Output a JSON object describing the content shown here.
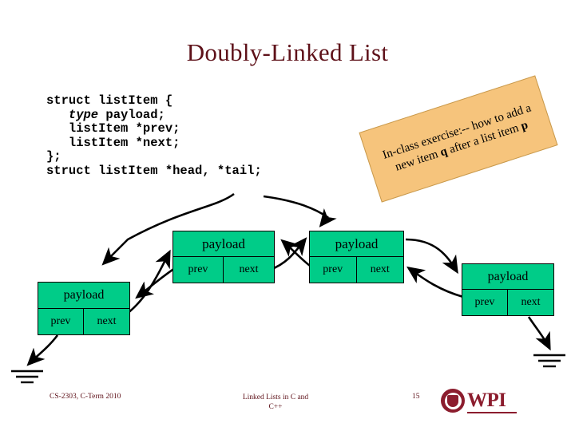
{
  "slide": {
    "title": "Doubly-Linked List",
    "title_color": "#5E1119",
    "background": "#ffffff"
  },
  "code_block": {
    "lines": [
      "struct listItem {",
      "   type payload;",
      "   listItem *prev;",
      "   listItem *next;",
      "};",
      "struct listItem *head, *tail;"
    ],
    "full_text": "struct listItem {\n   type payload;\n   listItem *prev;\n   listItem *next;\n};\nstruct listItem *head, *tail;",
    "italic_token": "type",
    "color": "#000000"
  },
  "banner": {
    "text_line1": "In-class exercise:-- how to",
    "text_line2": "add a new item",
    "bold_q": "q",
    "text_line2b": "after a list",
    "text_line3": "item",
    "bold_p": "p",
    "full_text": "In-class exercise:-- how to add a new item q after a list item p",
    "fill": "#F6C47C",
    "border": "#C89A4E",
    "rotation_deg": -18
  },
  "nodes": [
    {
      "id": "node0",
      "payload_label": "payload",
      "prev_label": "prev",
      "next_label": "next",
      "fill": "#00CC88",
      "border": "#000000"
    },
    {
      "id": "node1",
      "payload_label": "payload",
      "prev_label": "prev",
      "next_label": "next",
      "fill": "#00CC88",
      "border": "#000000"
    },
    {
      "id": "node2",
      "payload_label": "payload",
      "prev_label": "prev",
      "next_label": "next",
      "fill": "#00CC88",
      "border": "#000000"
    },
    {
      "id": "node3",
      "payload_label": "payload",
      "prev_label": "prev",
      "next_label": "next",
      "fill": "#00CC88",
      "border": "#000000"
    }
  ],
  "annotations": {
    "head_pointer_arrow": "head-to-first-node",
    "tail_pointer_arrow": "tail-to-second-node",
    "null_terminator_left": "ground-symbol",
    "null_terminator_right": "ground-symbol"
  },
  "footer": {
    "left": "CS-2303, C-Term 2010",
    "center_line1": "Linked Lists in C and",
    "center_line2": "C++",
    "center_full": "Linked Lists in C and C++",
    "page_number": "15",
    "color": "#5E1119"
  },
  "logo": {
    "wordmark": "WPI",
    "color": "#8C1D2E"
  }
}
